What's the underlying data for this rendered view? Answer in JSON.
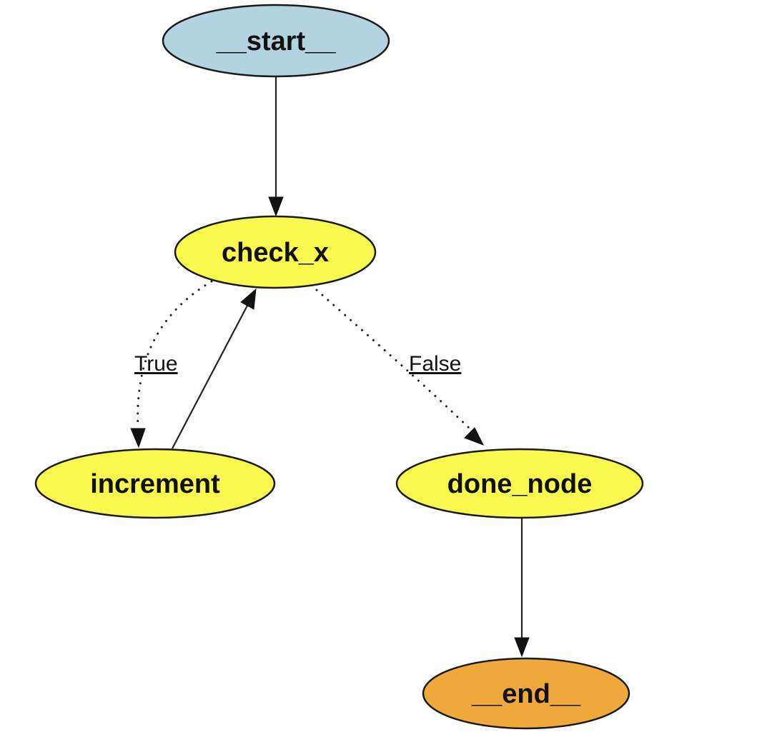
{
  "diagram": {
    "kind": "state-graph",
    "background": "#ffffff",
    "node_border_color": "#1a1a1a",
    "edge_color": "#222222",
    "nodes": [
      {
        "id": "__start__",
        "label": "__start__",
        "shape": "ellipse",
        "fill": "#b2d3df"
      },
      {
        "id": "check_x",
        "label": "check_x",
        "shape": "ellipse",
        "fill": "#f8f84f"
      },
      {
        "id": "increment",
        "label": "increment",
        "shape": "ellipse",
        "fill": "#f8f84f"
      },
      {
        "id": "done_node",
        "label": "done_node",
        "shape": "ellipse",
        "fill": "#f8f84f"
      },
      {
        "id": "__end__",
        "label": "__end__",
        "shape": "ellipse",
        "fill": "#efa93b"
      }
    ],
    "edges": [
      {
        "from": "__start__",
        "to": "check_x",
        "style": "solid",
        "label": ""
      },
      {
        "from": "check_x",
        "to": "increment",
        "style": "dotted",
        "label": "True"
      },
      {
        "from": "increment",
        "to": "check_x",
        "style": "solid",
        "label": ""
      },
      {
        "from": "check_x",
        "to": "done_node",
        "style": "dotted",
        "label": "False"
      },
      {
        "from": "done_node",
        "to": "__end__",
        "style": "solid",
        "label": ""
      }
    ]
  }
}
